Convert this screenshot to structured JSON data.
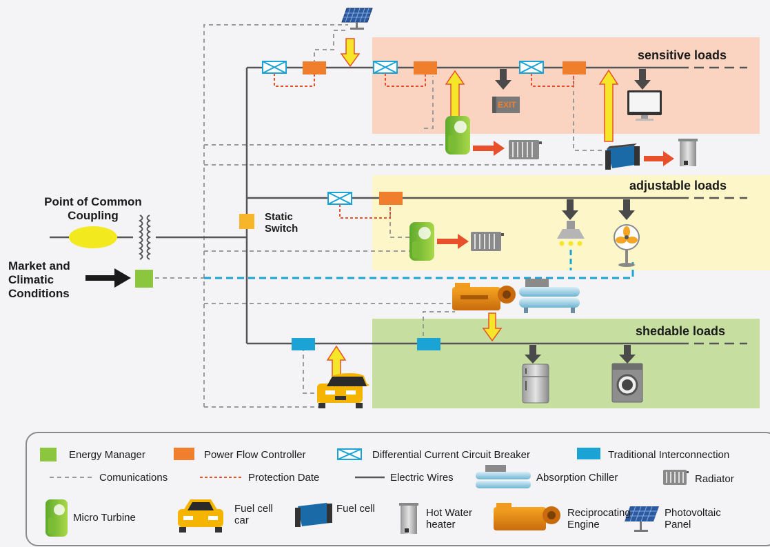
{
  "zones": {
    "sensitive": "sensitive loads",
    "adjustable": "adjustable loads",
    "shedable": "shedable loads"
  },
  "labels": {
    "pcc": "Point of Common\nCoupling",
    "market": "Market and\nClimatic\nConditions",
    "static_switch": "Static\nSwitch",
    "exit_sign": "EXIT"
  },
  "legend": {
    "energy_manager": "Energy Manager",
    "power_flow_controller": "Power Flow Controller",
    "dccb": "Differential Current Circuit Breaker",
    "traditional": "Traditional Interconnection",
    "communications": "Comunications",
    "protection": "Protection Date",
    "electric": "Electric Wires",
    "absorption_chiller": "Absorption Chiller",
    "radiator": "Radiator",
    "micro_turbine": "Micro Turbine",
    "fuel_cell_car": "Fuel cell\ncar",
    "fuel_cell": "Fuel cell",
    "hot_water": "Hot Water\nheater",
    "reciprocating": "Reciprocating\nEngine",
    "photovoltaic": "Photovoltaic\nPanel"
  },
  "colors": {
    "sensitive_zone": "#fad4c0",
    "adjustable_zone": "#fdf6c8",
    "shedable_zone": "#c6dea0",
    "energy_manager": "#8cc63f",
    "power_flow_controller": "#f07f2d",
    "traditional_interconnection": "#1ba3d6",
    "static_switch": "#f7b529",
    "wire": "#555555",
    "communication": "#9a9a9a",
    "protection": "#e8502b",
    "climate_link": "#1ba3d6",
    "energy_arrow": "#f6e629",
    "heat_arrow": "#e8502b",
    "pcc_ellipse": "#f2ea1f"
  }
}
